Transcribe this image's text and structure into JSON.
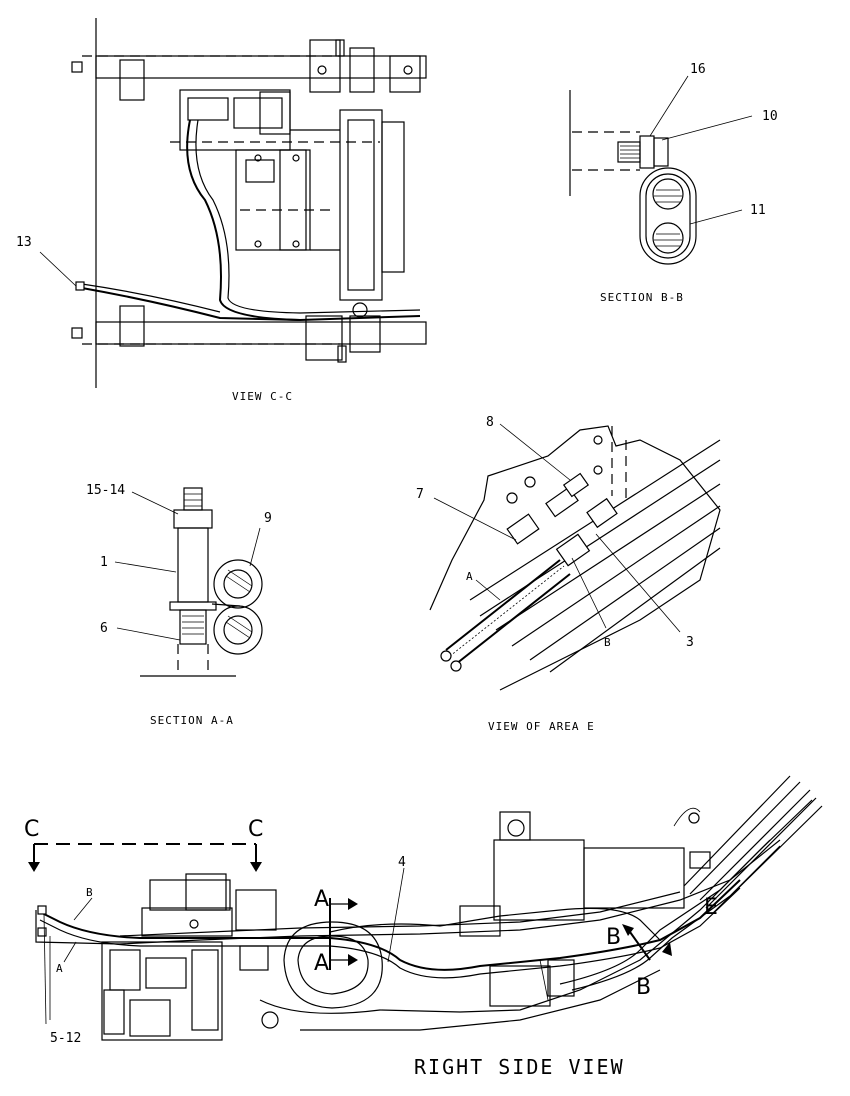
{
  "views": {
    "view_cc": {
      "caption": "VIEW C-C",
      "callouts": [
        "13"
      ]
    },
    "section_bb": {
      "caption": "SECTION B-B",
      "callouts": [
        "16",
        "10",
        "11"
      ]
    },
    "section_aa": {
      "caption": "SECTION A-A",
      "callouts": [
        "15-14",
        "9",
        "1",
        "6"
      ]
    },
    "area_e": {
      "caption": "VIEW OF AREA E",
      "callouts": [
        "8",
        "7",
        "A",
        "B",
        "3"
      ]
    },
    "right_side": {
      "caption": "RIGHT SIDE VIEW",
      "callouts": [
        "4",
        "B",
        "A",
        "5-12",
        "E"
      ],
      "section_markers": [
        "C",
        "C",
        "A",
        "A",
        "B",
        "B"
      ]
    }
  }
}
